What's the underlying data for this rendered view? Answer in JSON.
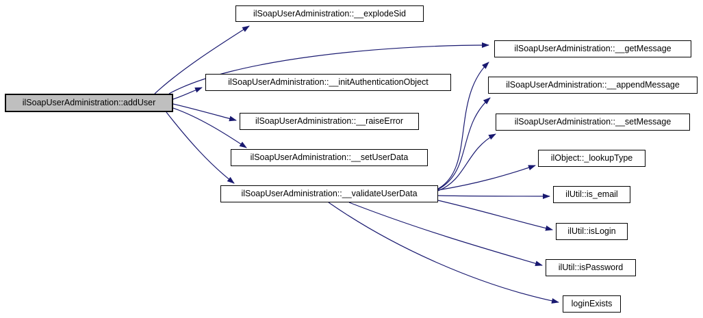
{
  "diagram": {
    "type": "call-graph",
    "background_color": "#ffffff",
    "edge_color": "#191970",
    "node_border_color": "#000000",
    "node_fill_color": "#ffffff",
    "highlight_fill_color": "#bfbfbf",
    "text_color": "#000000",
    "nodes": [
      {
        "id": "addUser",
        "label": "ilSoapUserAdministration::addUser",
        "highlighted": true
      },
      {
        "id": "explodeSid",
        "label": "ilSoapUserAdministration::__explodeSid",
        "highlighted": false
      },
      {
        "id": "getMessage",
        "label": "ilSoapUserAdministration::__getMessage",
        "highlighted": false
      },
      {
        "id": "appendMessage",
        "label": "ilSoapUserAdministration::__appendMessage",
        "highlighted": false
      },
      {
        "id": "setMessage",
        "label": "ilSoapUserAdministration::__setMessage",
        "highlighted": false
      },
      {
        "id": "initAuthenticationObject",
        "label": "ilSoapUserAdministration::__initAuthenticationObject",
        "highlighted": false
      },
      {
        "id": "raiseError",
        "label": "ilSoapUserAdministration::__raiseError",
        "highlighted": false
      },
      {
        "id": "setUserData",
        "label": "ilSoapUserAdministration::__setUserData",
        "highlighted": false
      },
      {
        "id": "validateUserData",
        "label": "ilSoapUserAdministration::__validateUserData",
        "highlighted": false
      },
      {
        "id": "lookupType",
        "label": "ilObject::_lookupType",
        "highlighted": false
      },
      {
        "id": "is_email",
        "label": "ilUtil::is_email",
        "highlighted": false
      },
      {
        "id": "isLogin",
        "label": "ilUtil::isLogin",
        "highlighted": false
      },
      {
        "id": "isPassword",
        "label": "ilUtil::isPassword",
        "highlighted": false
      },
      {
        "id": "loginExists",
        "label": "loginExists",
        "highlighted": false
      }
    ],
    "edges": [
      {
        "from": "addUser",
        "to": "explodeSid"
      },
      {
        "from": "addUser",
        "to": "getMessage"
      },
      {
        "from": "addUser",
        "to": "initAuthenticationObject"
      },
      {
        "from": "addUser",
        "to": "raiseError"
      },
      {
        "from": "addUser",
        "to": "setUserData"
      },
      {
        "from": "addUser",
        "to": "validateUserData"
      },
      {
        "from": "validateUserData",
        "to": "getMessage"
      },
      {
        "from": "validateUserData",
        "to": "appendMessage"
      },
      {
        "from": "validateUserData",
        "to": "setMessage"
      },
      {
        "from": "validateUserData",
        "to": "lookupType"
      },
      {
        "from": "validateUserData",
        "to": "is_email"
      },
      {
        "from": "validateUserData",
        "to": "isLogin"
      },
      {
        "from": "validateUserData",
        "to": "isPassword"
      },
      {
        "from": "validateUserData",
        "to": "loginExists"
      }
    ]
  }
}
